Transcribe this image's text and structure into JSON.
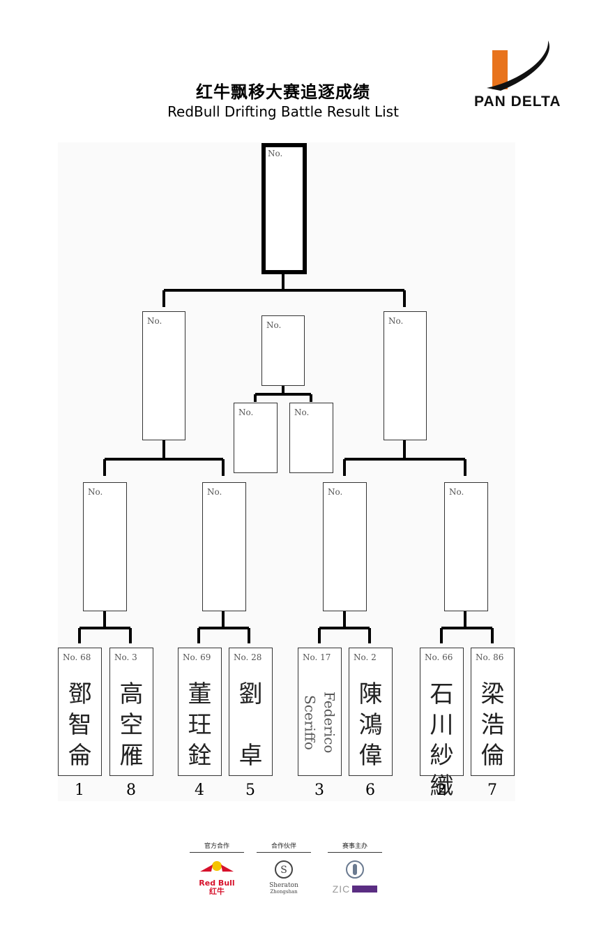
{
  "header": {
    "title_cn": "红牛飘移大赛追逐成绩",
    "title_en": "RedBull Drifting Battle Result List",
    "logo_text": "PAN DELTA",
    "logo_color": "#e8731c"
  },
  "bracket": {
    "champion": {
      "no": "No."
    },
    "final": [
      {
        "no": "No."
      },
      {
        "no": "No."
      }
    ],
    "third_place": {
      "no": "No."
    },
    "third_place_feeders": [
      {
        "no": "No."
      },
      {
        "no": "No."
      }
    ],
    "semifinals": [
      {
        "no": "No."
      },
      {
        "no": "No."
      },
      {
        "no": "No."
      },
      {
        "no": "No."
      }
    ],
    "entrants": [
      {
        "no": "No. 68",
        "name": "鄧智侖",
        "seed": "1"
      },
      {
        "no": "No. 3",
        "name": "高空雁",
        "seed": "8"
      },
      {
        "no": "No. 69",
        "name": "董玨銓",
        "seed": "4"
      },
      {
        "no": "No. 28",
        "name": "劉　卓",
        "seed": "5"
      },
      {
        "no": "No. 17",
        "name": "Federico Sceriffo",
        "seed": "3"
      },
      {
        "no": "No. 2",
        "name": "陳鴻偉",
        "seed": "6"
      },
      {
        "no": "No. 66",
        "name": "石川紗織",
        "seed": "2"
      },
      {
        "no": "No. 86",
        "name": "梁浩倫",
        "seed": "7"
      }
    ]
  },
  "footer": {
    "categories": [
      "官方合作",
      "合作伙伴",
      "赛事主办"
    ],
    "sponsors": [
      {
        "name": "Red Bull",
        "sub": "红牛",
        "icon": "redbull-logo",
        "color": "#d6112b"
      },
      {
        "name": "Sheraton",
        "sub": "Zhongshan",
        "icon": "sheraton-logo",
        "color": "#444444"
      },
      {
        "name": "ZIC",
        "sub": "",
        "icon": "zic-logo",
        "color": "#5a2d82"
      }
    ]
  }
}
